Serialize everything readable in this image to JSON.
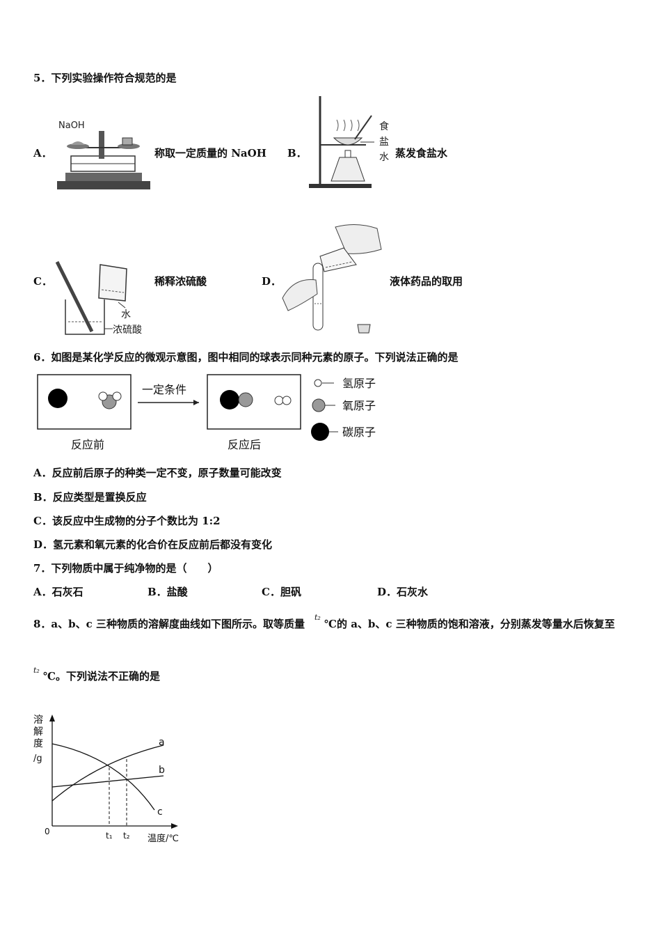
{
  "q5": {
    "stem": "5．下列实验操作符合规范的是",
    "options": [
      {
        "letter": "A．",
        "caption": "称取一定质量的 NaOH",
        "fig_labels": [
          "NaOH"
        ]
      },
      {
        "letter": "B．",
        "caption": "蒸发食盐水",
        "fig_labels": [
          "食",
          "盐",
          "水"
        ]
      },
      {
        "letter": "C．",
        "caption": "稀释浓硫酸",
        "fig_labels": [
          "水",
          "浓硫酸"
        ]
      },
      {
        "letter": "D．",
        "caption": "液体药品的取用",
        "fig_labels": []
      }
    ]
  },
  "q6": {
    "stem": "6．如图是某化学反应的微观示意图，图中相同的球表示同种元素的原子。下列说法正确的是",
    "figure": {
      "arrow_label": "一定条件",
      "before_label": "反应前",
      "after_label": "反应后",
      "legend": [
        {
          "name": "氢原子",
          "color": "#ffffff"
        },
        {
          "name": "氧原子",
          "color": "#999999"
        },
        {
          "name": "碳原子",
          "color": "#000000"
        }
      ]
    },
    "options": [
      "A．反应前后原子的种类一定不变，原子数量可能改变",
      "B．反应类型是置换反应",
      "C．该反应中生成物的分子个数比为 1:2",
      "D．氢元素和氧元素的化合价在反应前后都没有变化"
    ]
  },
  "q7": {
    "stem": "7．下列物质中属于纯净物的是（　　）",
    "options": [
      "A．石灰石",
      "B．盐酸",
      "C．胆矾",
      "D．石灰水"
    ]
  },
  "q8": {
    "stem_part1": "8．a、b、c 三种物质的溶解度曲线如下图所示。取等质量",
    "t2_symbol": "t₂",
    "stem_part2": "℃的 a、b、c 三种物质的饱和溶液，分别蒸发等量水后恢复至",
    "stem_part3": "℃。下列说法不正确的是",
    "chart": {
      "ylabel": [
        "溶",
        "解",
        "度",
        "/g"
      ],
      "xlabel": "温度/℃",
      "origin": "0",
      "ticks": [
        "t₁",
        "t₂"
      ],
      "curves": [
        "a",
        "b",
        "c"
      ]
    }
  }
}
